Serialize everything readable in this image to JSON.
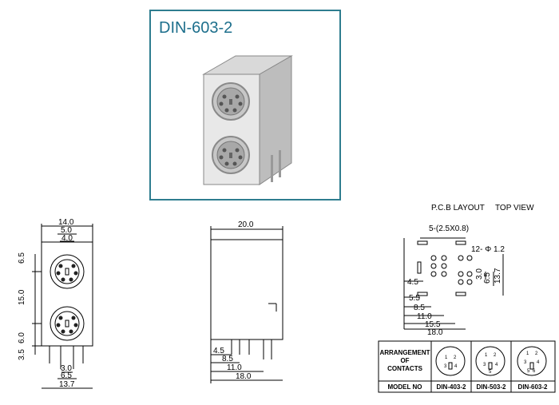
{
  "product": {
    "title": "DIN-603-2"
  },
  "front_view": {
    "dim_top_total": "14.0",
    "dim_top_mid": "5.0",
    "dim_top_inner": "4.0",
    "dim_left_upper": "6.5",
    "dim_left_mid": "15.0",
    "dim_left_lower": "6.0",
    "dim_left_bottom": "3.5",
    "dim_bot_inner": "3.0",
    "dim_bot_mid": "6.5",
    "dim_bot_total": "13.7"
  },
  "side_view": {
    "dim_top": "20.0",
    "dim_b1": "4.5",
    "dim_b2": "8.5",
    "dim_b3": "11.0",
    "dim_b4": "18.0"
  },
  "pcb": {
    "heading": "P.C.B LAYOUT",
    "subheading": "TOP VIEW",
    "dim_slot": "5-(2.5X0.8)",
    "dim_hole": "12- Φ 1.2",
    "dim_v1": "3.0",
    "dim_v2": "6.5",
    "dim_v3": "13.7",
    "dim_h_45": "4.5",
    "dim_h_55": "5.5",
    "dim_h_85": "8.5",
    "dim_h_110": "11.0",
    "dim_h_155": "15.5",
    "dim_h_180": "18.0"
  },
  "contacts_table": {
    "header_line1": "ARRANGEMENT",
    "header_line2": "OF",
    "header_line3": "CONTACTS",
    "model_label": "MODEL NO",
    "models": [
      "DIN-403-2",
      "DIN-503-2",
      "DIN-603-2"
    ],
    "pins": [
      [
        "1",
        "2",
        "3",
        "4"
      ],
      [
        "1",
        "2",
        "3",
        "4",
        "5"
      ],
      [
        "1",
        "2",
        "3",
        "4",
        "5",
        "6"
      ]
    ]
  }
}
